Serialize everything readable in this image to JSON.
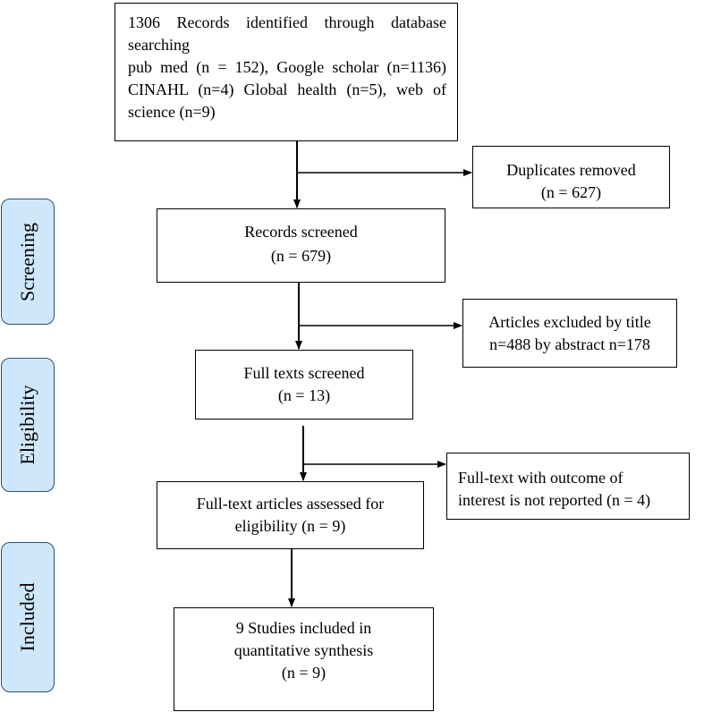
{
  "boxes": {
    "identified": {
      "line1": "1306 Records identified through database",
      "line2": "searching",
      "line3": "pub med (n = 152), Google scholar (n=1136)",
      "line4": "CINAHL (n=4) Global health (n=5), web of",
      "line5": "science (n=9)"
    },
    "duplicates": {
      "line1": "Duplicates removed",
      "line2": "(n = 627)"
    },
    "screened": {
      "line1": "Records screened",
      "line2": "(n = 679)"
    },
    "excluded_title": {
      "line1": "Articles excluded by title",
      "line2": "n=488 by abstract n=178"
    },
    "fulltext_screened": {
      "line1": "Full texts screened",
      "line2": "(n = 13)"
    },
    "fulltext_excluded": {
      "line1": "Full-text with outcome of",
      "line2": "interest is not reported (n = 4)"
    },
    "eligibility_assessed": {
      "line1": "Full-text articles assessed for",
      "line2": "eligibility (n = 9)"
    },
    "included": {
      "line1": "9 Studies included in",
      "line2": "quantitative synthesis",
      "line3": "(n = 9)"
    }
  },
  "phases": {
    "screening": "Screening",
    "eligibility": "Eligibility",
    "included": "Included"
  },
  "colors": {
    "phase_fill": "#cfe7fb",
    "phase_border": "#2b4f7a",
    "line": "#000000"
  }
}
